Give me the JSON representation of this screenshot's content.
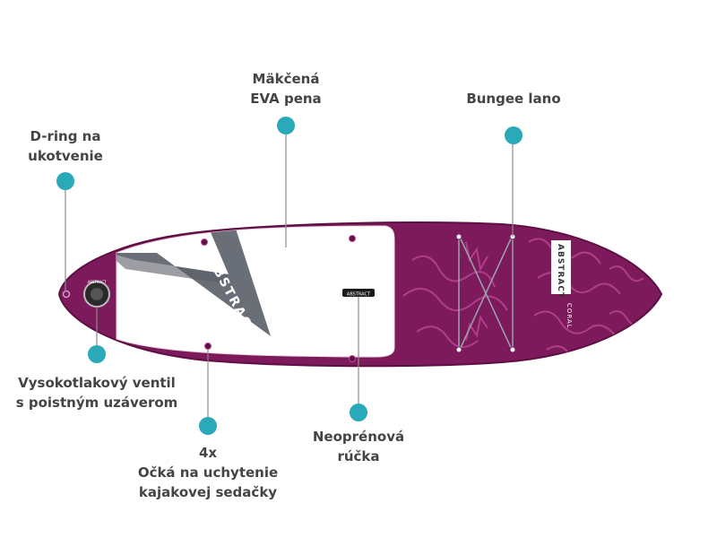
{
  "colors": {
    "accent_dot": "#2aa9b8",
    "board": "#7d1a5c",
    "board_dark": "#5e0f44",
    "deck_pattern": "#c04a9a",
    "deck_white": "#ffffff",
    "stripe": "#6a6e76",
    "label_text": "#444444",
    "leader_line": "#8c8c8c"
  },
  "callouts": {
    "foam": {
      "line1": "Mäkčená",
      "line2": "EVA pena"
    },
    "bungee": {
      "line1": "Bungee lano"
    },
    "dring": {
      "line1": "D-ring na",
      "line2": "ukotvenie"
    },
    "valve": {
      "line1": "Vysokotlakový ventil",
      "line2": "s poistným uzáverom"
    },
    "handle": {
      "line1": "Neoprénová",
      "line2": "rúčka"
    },
    "eyelets": {
      "line1": "4x",
      "line2": "Očká na uchytenie",
      "line3": "kajakovej sedačky"
    }
  },
  "board": {
    "brand_front": "ABSTRACT",
    "brand_side": "ABSTRACT",
    "model": "CORAL",
    "handle_print": "ABSTRACT",
    "valve_print": "ABSTRACT"
  }
}
